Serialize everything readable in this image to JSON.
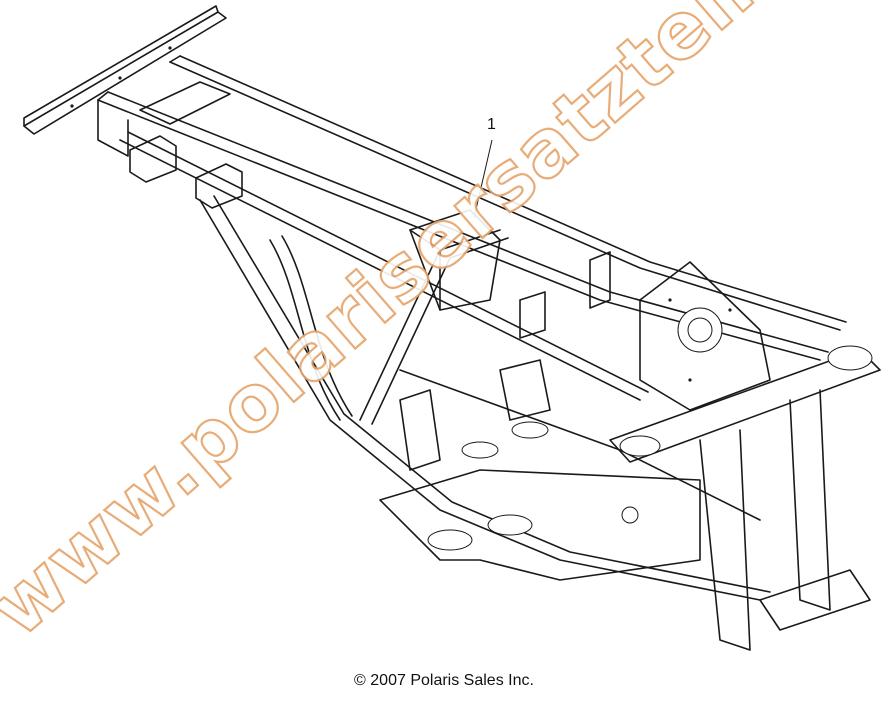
{
  "diagram": {
    "callouts": [
      {
        "label": "1"
      }
    ]
  },
  "footer": {
    "copyright": "© 2007 Polaris Sales Inc."
  },
  "watermark": {
    "text": "www.polarisersatzteile.de",
    "color": "#e6a46a"
  }
}
